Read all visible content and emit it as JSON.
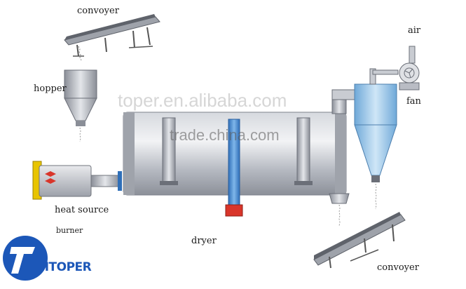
{
  "labels": {
    "convoyer_top": "convoyer",
    "hopper": "hopper",
    "air": "air",
    "fan": "fan",
    "heat_source": "heat source",
    "burner": "burner",
    "dryer": "dryer",
    "convoyer_bottom": "convoyer"
  },
  "watermarks": {
    "site": "toper.en.alibaba.com",
    "trade": "trade.china.com"
  },
  "logo": {
    "text": "HITOPER",
    "color": "#1c57b8"
  },
  "colors": {
    "steel": "#b9bcc4",
    "steel_dark": "#7d828c",
    "blue_column": "#3f86cf",
    "cyclone_blue": "#8fc3ea",
    "burner_yellow": "#e8c400",
    "red_mark": "#d9352a"
  }
}
